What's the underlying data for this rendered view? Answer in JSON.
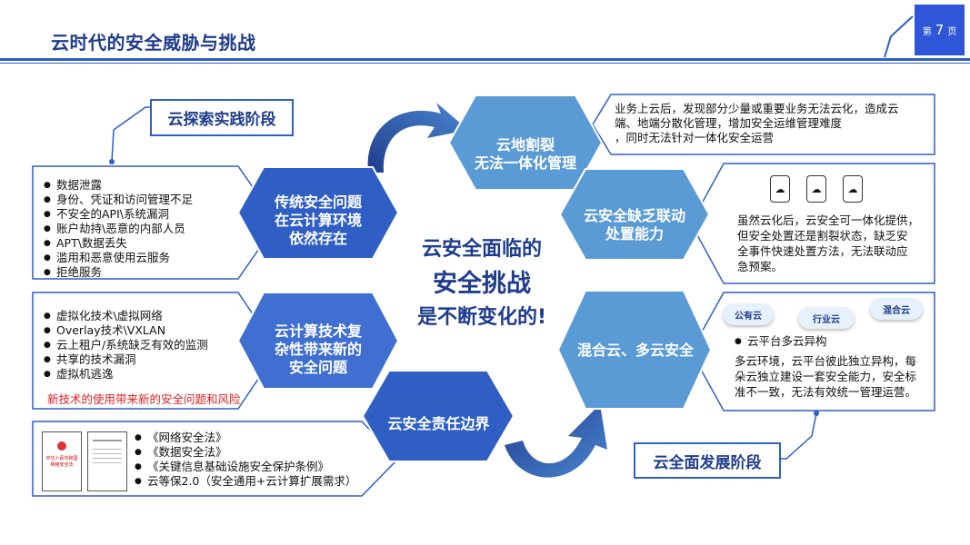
{
  "header": {
    "title": "云时代的安全威胁与挑战",
    "page_prefix": "第",
    "page_number": "7",
    "page_suffix": "页"
  },
  "stages": {
    "explore": "云探索实践阶段",
    "develop": "云全面发展阶段"
  },
  "center": {
    "line1": "云安全面临的",
    "line2": "安全挑战",
    "line3": "是不断变化的!"
  },
  "hexagons": {
    "traditional": {
      "line1": "传统安全问题",
      "line2": "在云计算环境",
      "line3": "依然存在"
    },
    "complexity": {
      "line1": "云计算技术复",
      "line2": "杂性带来新的",
      "line3": "安全问题"
    },
    "responsibility": {
      "line1": "云安全责任边界"
    },
    "split": {
      "line1": "云地割裂",
      "line2": "无法一体化管理"
    },
    "linkage": {
      "line1": "云安全缺乏联动",
      "line2": "处置能力"
    },
    "hybrid": {
      "line1": "混合云、多云安全"
    }
  },
  "traditional_list": [
    "数据泄露",
    "身份、凭证和访问管理不足",
    "不安全的API\\系统漏洞",
    "账户劫持\\恶意的内部人员",
    "APT\\数据丢失",
    "滥用和恶意使用云服务",
    "拒绝服务"
  ],
  "complexity_list": [
    "虚拟化技术\\虚拟网络",
    "Overlay技术\\VXLAN",
    "云上租户/系统缺乏有效的监测",
    "共享的技术漏洞",
    "虚拟机逃逸"
  ],
  "complexity_note": "新技术的使用带来新的安全问题和风险",
  "law_list": [
    "《网络安全法》",
    "《数据安全法》",
    "《关键信息基础设施安全保护条例》",
    "云等保2.0（安全通用+云计算扩展需求）"
  ],
  "law_doc": {
    "line1": "中华人民共和国",
    "line2": "网络安全法"
  },
  "split_desc": {
    "line1": "业务上云后，发现部分少量或重要业务无法云化，造成云",
    "line2": "端、地端分散化管理，增加安全运维管理难度",
    "line3": "，同时无法针对一体化安全运营"
  },
  "linkage_desc": {
    "line1": "虽然云化后，云安全可一体化提供，",
    "line2": "但安全处置还是割裂状态，缺乏安",
    "line3": "全事件快速处置方法，无法联动应",
    "line4": "急预案。"
  },
  "hybrid_clouds": [
    "公有云",
    "行业云",
    "混合云"
  ],
  "hybrid_bullet": "云平台多云异构",
  "hybrid_desc": {
    "line1": "多云环境，云平台彼此独立异构，每",
    "line2": "朵云独立建设一套安全能力，安全标",
    "line3": "准不一致，无法有效统一管理运营。"
  },
  "colors": {
    "dark_blue": "#1f3d8c",
    "hex_dark": "#2f5fc4",
    "hex_light": "#5b9bd5",
    "accent": "#2e5fc5",
    "red": "#e02020"
  }
}
